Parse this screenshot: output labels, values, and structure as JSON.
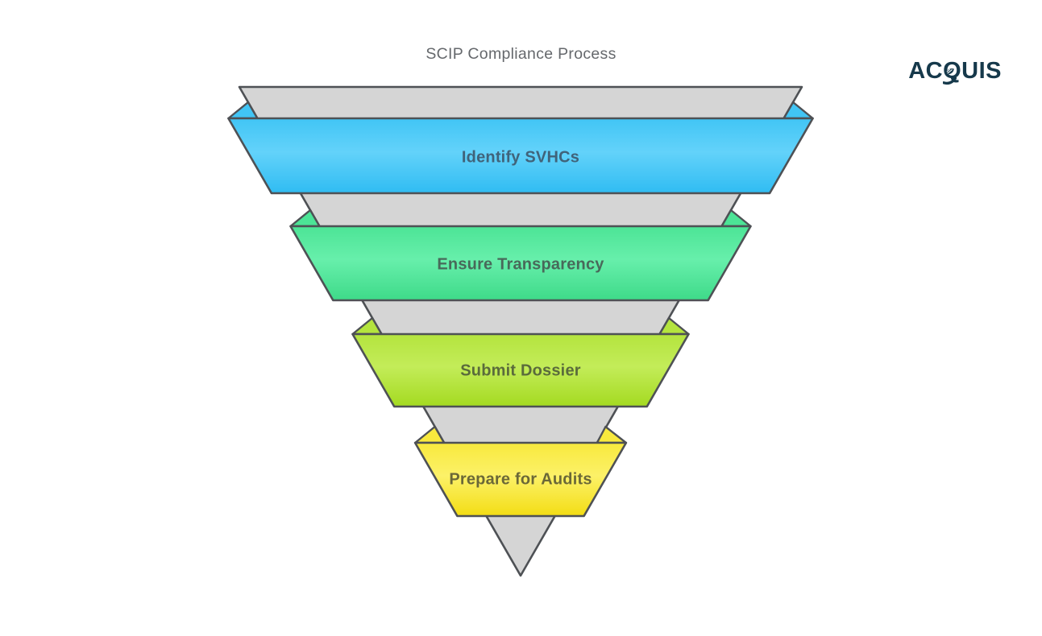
{
  "title": "SCIP Compliance Process",
  "logo": {
    "text": "ACQUIS",
    "color": "#16394b"
  },
  "funnel": {
    "type": "funnel",
    "stages": [
      {
        "label": "Identify SVHCs",
        "color": "#3ec4f4",
        "gradient_top": "#55cdf9",
        "gradient_bottom": "#30bcf2"
      },
      {
        "label": "Ensure Transparency",
        "color": "#4ae294",
        "gradient_top": "#5dec9f",
        "gradient_bottom": "#3eda89"
      },
      {
        "label": "Submit Dossier",
        "color": "#b0e236",
        "gradient_top": "#c2ea52",
        "gradient_bottom": "#a4da20"
      },
      {
        "label": "Prepare for Audits",
        "color": "#f7e93f",
        "gradient_top": "#fbf166",
        "gradient_bottom": "#f3dd14"
      }
    ],
    "body_color": "#d5d5d5",
    "outline_color": "#4e5155",
    "label_color": "#4e6366"
  }
}
